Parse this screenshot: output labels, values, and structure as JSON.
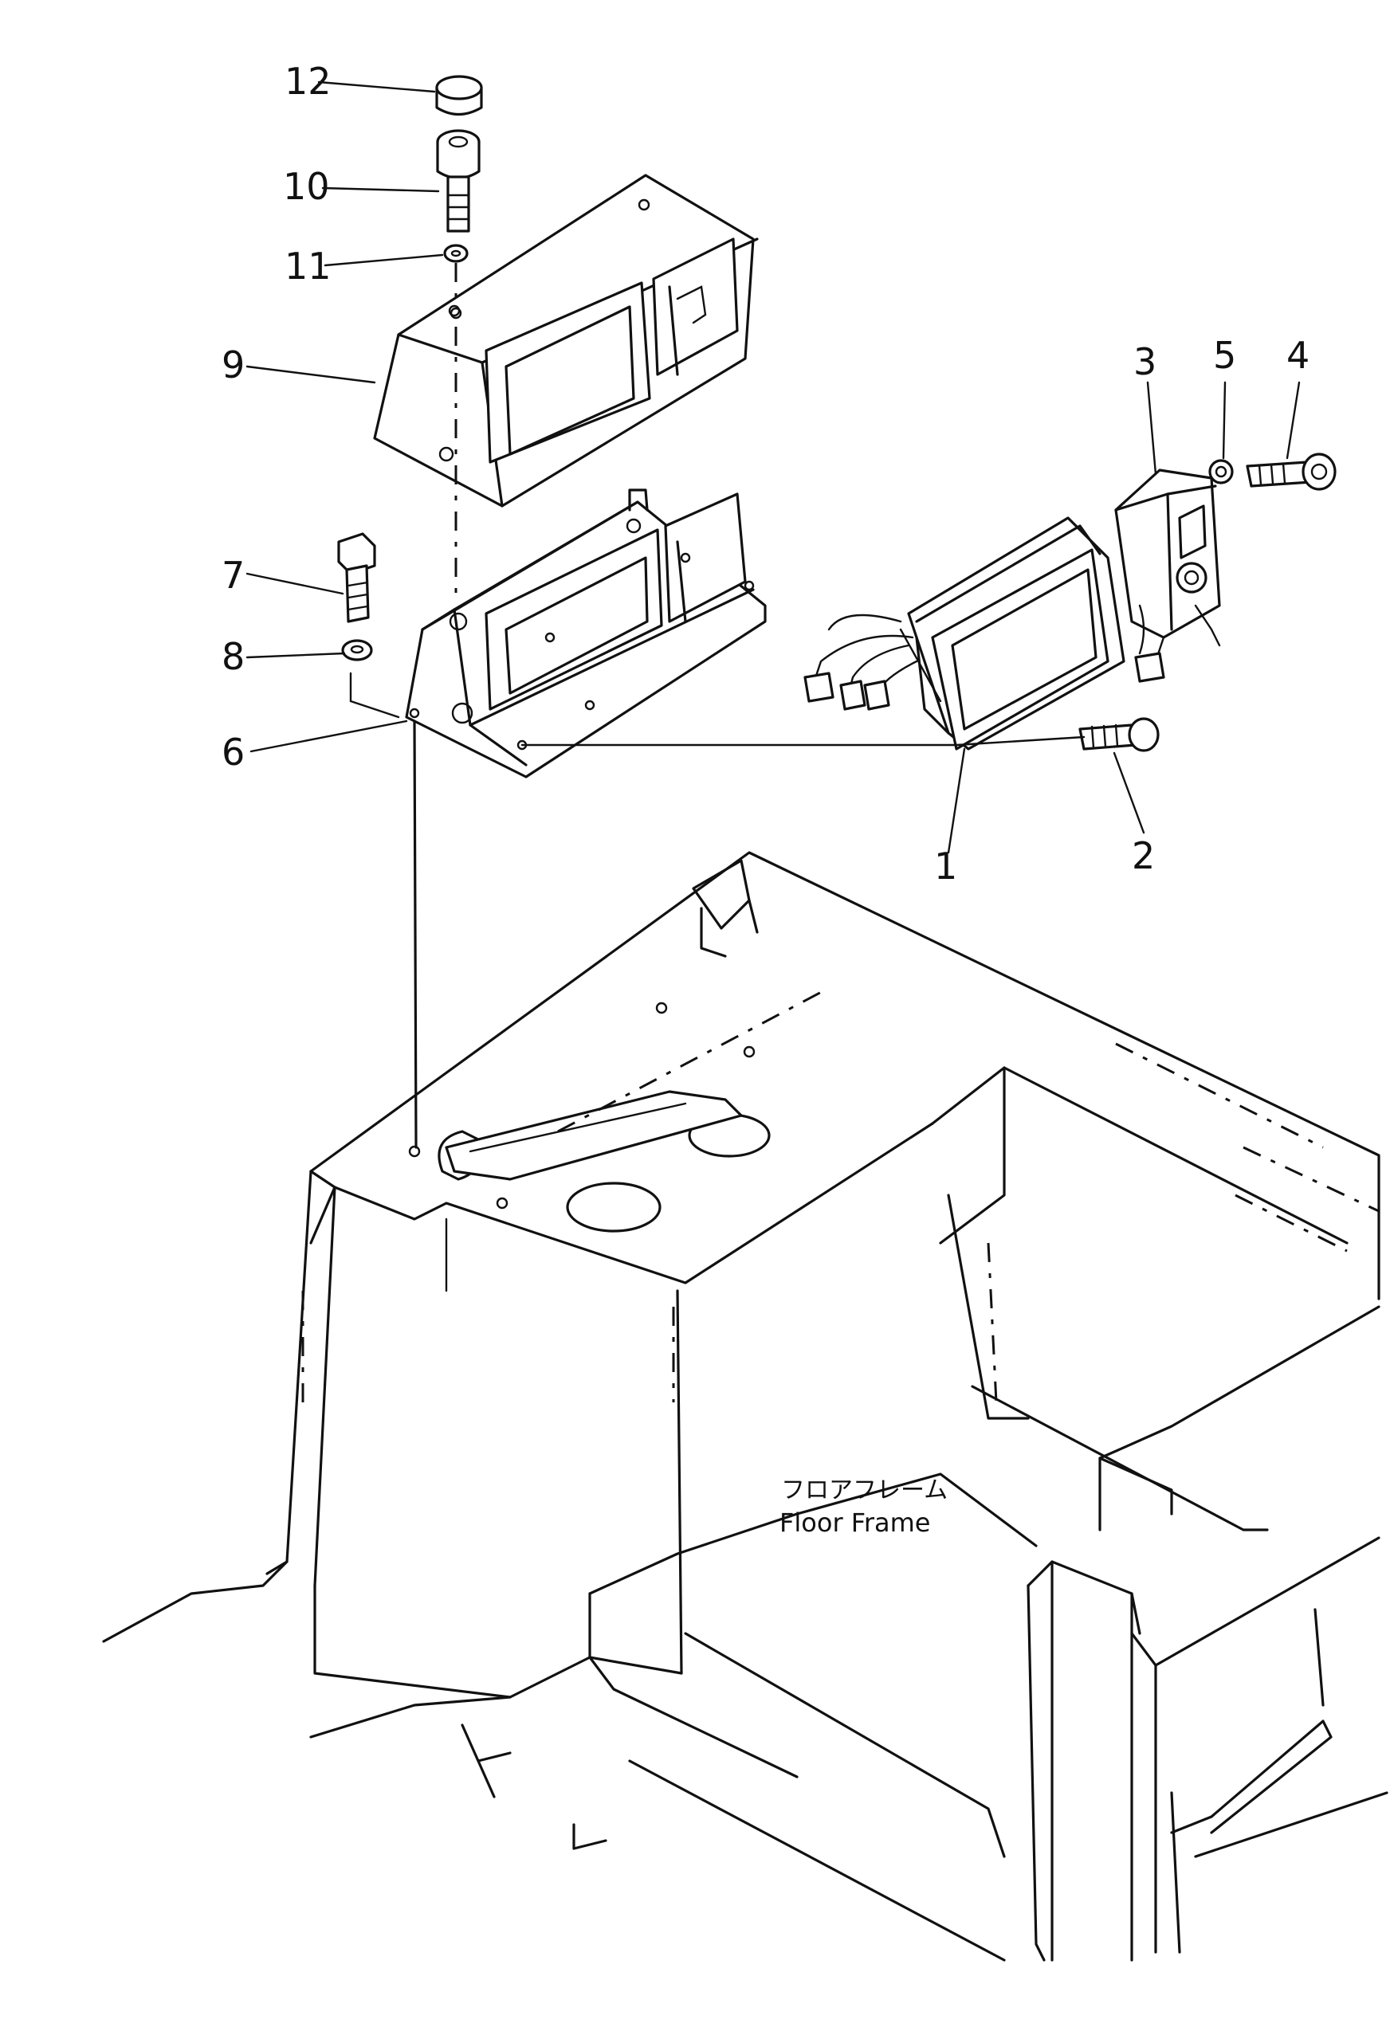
{
  "callouts": [
    {
      "id": "1",
      "label": "1"
    },
    {
      "id": "2",
      "label": "2"
    },
    {
      "id": "3",
      "label": "3"
    },
    {
      "id": "4",
      "label": "4"
    },
    {
      "id": "5",
      "label": "5"
    },
    {
      "id": "6",
      "label": "6"
    },
    {
      "id": "7",
      "label": "7"
    },
    {
      "id": "8",
      "label": "8"
    },
    {
      "id": "9",
      "label": "9"
    },
    {
      "id": "10",
      "label": "10"
    },
    {
      "id": "11",
      "label": "11"
    },
    {
      "id": "12",
      "label": "12"
    }
  ],
  "frame_label": {
    "japanese": "フロアフレーム",
    "english": "Floor Frame"
  }
}
